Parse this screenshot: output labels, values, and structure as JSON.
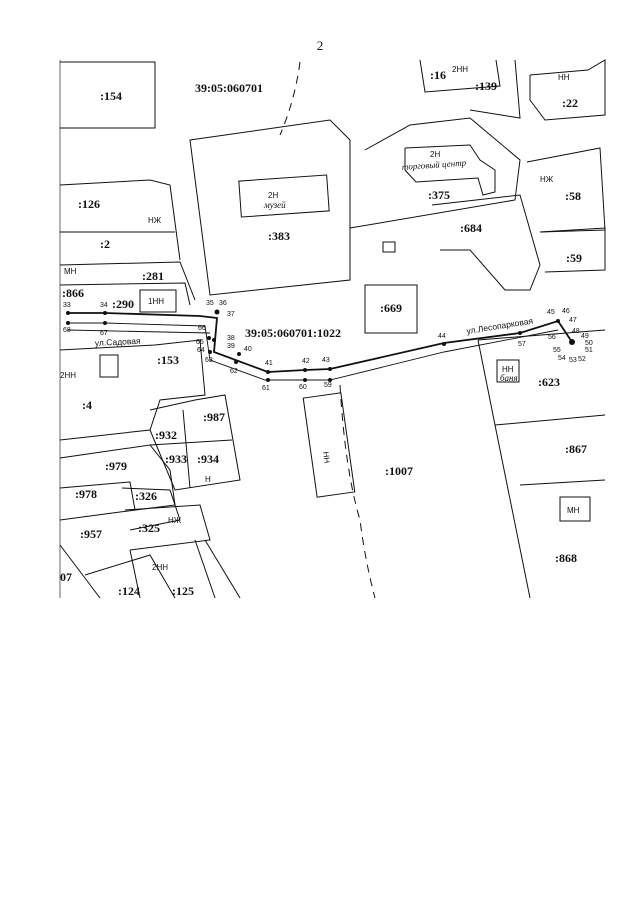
{
  "page_number": "2",
  "cadastral_block": "39:05:060701",
  "parcel_id": "39:05:060701:1022",
  "streets": {
    "sadovaya": "ул.Садовая",
    "lesoparkovaya": "ул.Лесопарковая"
  },
  "parcels": [
    ":154",
    ":16",
    ":139",
    ":22",
    ":126",
    ":383",
    ":375",
    ":58",
    ":2",
    ":684",
    ":281",
    ":866",
    ":290",
    ":669",
    ":59",
    ":153",
    ":623",
    ":4",
    ":987",
    ":932",
    ":933",
    ":934",
    ":867",
    ":979",
    ":1007",
    ":978",
    ":326",
    ":957",
    ":325",
    ":868",
    "07",
    ":124",
    ":125"
  ],
  "building_labels": {
    "museum_floors": "2Н",
    "museum_name": "музей",
    "shop_floors": "2Н",
    "shop_name": "торговый центр",
    "banya_floors": "НН",
    "banya_name": "баня",
    "mn": "МН",
    "nn": "НН",
    "n2": "2НН",
    "nzh": "НЖ",
    "n1": "1НН",
    "n": "Н"
  },
  "boundary_points": [
    "33",
    "34",
    "35",
    "36",
    "37",
    "38",
    "39",
    "40",
    "41",
    "42",
    "43",
    "44",
    "45",
    "46",
    "47",
    "48",
    "49",
    "50",
    "51",
    "52",
    "53",
    "54",
    "55",
    "56",
    "57",
    "59",
    "60",
    "61",
    "62",
    "63",
    "64",
    "65",
    "66",
    "67",
    "68"
  ]
}
